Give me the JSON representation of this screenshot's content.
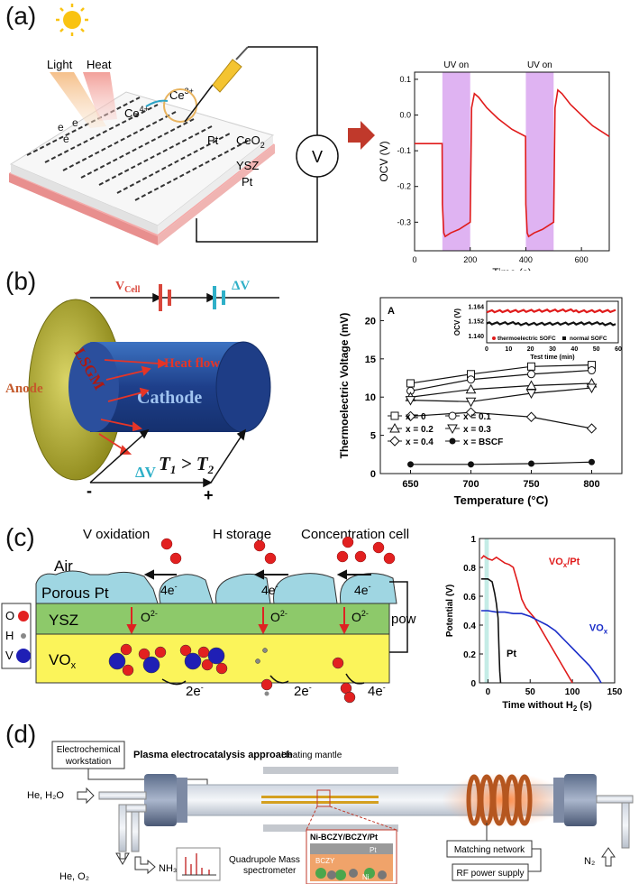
{
  "panels": {
    "a": {
      "label": "(a)",
      "schematic": {
        "light": "Light",
        "heat": "Heat",
        "e1": "e",
        "e2": "e",
        "e3": "e",
        "ce4": "Ce",
        "ce4_sup": "4+",
        "ce3": "Ce",
        "ce3_sup": "3+",
        "pt_top": "Pt",
        "ceo2": "CeO",
        "ceo2_sub": "2",
        "ysz": "YSZ",
        "pt_bottom": "Pt",
        "voltmeter": "V"
      },
      "chart_data": {
        "type": "line",
        "xlabel": "Time (s)",
        "ylabel": "OCV (V)",
        "xlim": [
          0,
          700
        ],
        "ylim": [
          -0.38,
          0.12
        ],
        "xticks": [
          0,
          200,
          400,
          600
        ],
        "yticks": [
          0.1,
          0.0,
          -0.1,
          -0.2,
          -0.3
        ],
        "ytick_labels": [
          "0.1",
          "0.0",
          "-0.1",
          "-0.2",
          "-0.3"
        ],
        "annotations": [
          "UV on",
          "UV on"
        ],
        "shaded_intervals": [
          [
            100,
            200
          ],
          [
            400,
            500
          ]
        ],
        "shade_color": "#d9a6f0",
        "line_color": "#e01b1b",
        "series": [
          {
            "x": [
              0,
              99,
              100,
              105,
              110,
              130,
              160,
              200,
              205,
              215,
              230,
              260,
              300,
              350,
              399,
              400,
              405,
              410,
              430,
              460,
              500,
              505,
              515,
              530,
              560,
              600,
              640,
              680,
              700
            ],
            "y": [
              -0.08,
              -0.08,
              -0.25,
              -0.33,
              -0.34,
              -0.33,
              -0.32,
              -0.3,
              0.02,
              0.06,
              0.05,
              0.02,
              -0.01,
              -0.04,
              -0.06,
              -0.25,
              -0.33,
              -0.34,
              -0.33,
              -0.32,
              -0.3,
              0.02,
              0.07,
              0.06,
              0.03,
              0.0,
              -0.03,
              -0.05,
              -0.06
            ]
          }
        ]
      }
    },
    "b": {
      "label": "(b)",
      "schematic": {
        "vcell": "V",
        "vcell_sub": "Cell",
        "delta_v_top": "ΔV",
        "lsgm": "LSGM",
        "heat_flow": "Heat flow",
        "anode": "Anode",
        "cathode": "Cathode",
        "t1": "T",
        "t1_sub": "1",
        "gt": " > ",
        "t2": "T",
        "t2_sub": "2",
        "delta_v_bottom": "ΔV",
        "minus": "-",
        "plus": "+"
      },
      "chart_data": {
        "type": "line",
        "xlabel": "Temperature (°C)",
        "ylabel": "Thermoelectric Voltage (mV)",
        "xlim": [
          625,
          825
        ],
        "ylim": [
          0,
          23
        ],
        "xticks": [
          650,
          700,
          750,
          800
        ],
        "yticks": [
          0,
          5,
          10,
          15,
          20
        ],
        "panel_tag": "A",
        "categories": [
          650,
          700,
          750,
          800
        ],
        "series": [
          {
            "name": "x = 0",
            "marker": "square",
            "values": [
              11.8,
              13.0,
              14.0,
              14.2
            ]
          },
          {
            "name": "x = 0.1",
            "marker": "circle",
            "values": [
              10.8,
              12.3,
              13.0,
              13.5
            ]
          },
          {
            "name": "x = 0.2",
            "marker": "triangle-up",
            "values": [
              10.0,
              11.0,
              11.5,
              11.8
            ]
          },
          {
            "name": "x = 0.3",
            "marker": "triangle-down",
            "values": [
              9.6,
              9.4,
              10.5,
              11.2
            ]
          },
          {
            "name": "x = 0.4",
            "marker": "diamond",
            "values": [
              7.5,
              8.0,
              7.4,
              5.9
            ]
          },
          {
            "name": "x = BSCF",
            "marker": "filled-circle",
            "values": [
              1.2,
              1.2,
              1.3,
              1.5
            ]
          }
        ],
        "inset": {
          "xlabel": "Test time (min)",
          "ylabel": "OCV (V)",
          "xlim": [
            0,
            60
          ],
          "ylim": [
            1.134,
            1.168
          ],
          "xticks": [
            0,
            10,
            20,
            30,
            40,
            50,
            60
          ],
          "yticks": [
            1.164,
            1.152,
            1.14
          ],
          "ytick_labels": [
            "1.164",
            "1.152",
            "1.140"
          ],
          "series": [
            {
              "name": "thermoelectric SOFC",
              "color": "#e01b1b",
              "level": 1.16
            },
            {
              "name": "normal SOFC",
              "color": "#111111",
              "level": 1.1495
            }
          ]
        }
      }
    },
    "c": {
      "label": "(c)",
      "schematic": {
        "v_oxidation": "V oxidation",
        "h_storage": "H storage",
        "concentration_cell": "Concentration cell",
        "air": "Air",
        "porous_pt": "Porous Pt",
        "e4_1": "4e",
        "e4_2": "4e",
        "e4_3": "4e",
        "e_sup": "-",
        "ysz": "YSZ",
        "o2_1": "O",
        "o2_2": "O",
        "o2_3": "O",
        "o_sup": "2-",
        "pow": "pow",
        "vox": "VO",
        "vox_sub": "x",
        "e2_1": "2e",
        "e2_2": "2e",
        "e4_bottom": "4e",
        "legend": [
          "O",
          "H",
          "V"
        ]
      },
      "chart_data": {
        "type": "line",
        "xlabel": "Time without H",
        "xlabel_sub": "2",
        "xlabel_unit": " (s)",
        "ylabel": "Potential (V)",
        "xlim": [
          -10,
          150
        ],
        "ylim": [
          0,
          1
        ],
        "xticks": [
          0,
          50,
          100,
          150
        ],
        "yticks": [
          0,
          0.2,
          0.4,
          0.6,
          0.8,
          1
        ],
        "ytick_labels": [
          "0",
          "0.2",
          "0.4",
          "0.6",
          "0.8",
          "1"
        ],
        "shaded_interval": [
          -4,
          0
        ],
        "labels": [
          "VO",
          "x",
          "/Pt",
          "VO",
          "x",
          "Pt"
        ],
        "series": [
          {
            "name": "VOx/Pt",
            "color": "#e01b1b",
            "x": [
              -8,
              -5,
              0,
              5,
              10,
              15,
              20,
              25,
              30,
              35,
              40,
              45,
              55,
              70,
              85,
              100
            ],
            "y": [
              0.86,
              0.88,
              0.86,
              0.85,
              0.87,
              0.85,
              0.83,
              0.82,
              0.8,
              0.7,
              0.58,
              0.52,
              0.45,
              0.3,
              0.15,
              0.0
            ]
          },
          {
            "name": "VOx",
            "color": "#1a2dc8",
            "x": [
              -8,
              0,
              10,
              20,
              30,
              40,
              50,
              60,
              70,
              80,
              90,
              100,
              110,
              120,
              130,
              134
            ],
            "y": [
              0.5,
              0.5,
              0.49,
              0.49,
              0.48,
              0.48,
              0.46,
              0.43,
              0.4,
              0.36,
              0.3,
              0.24,
              0.18,
              0.12,
              0.04,
              0.0
            ]
          },
          {
            "name": "Pt",
            "color": "#111111",
            "x": [
              -8,
              0,
              5,
              8,
              10,
              12,
              13,
              14,
              15
            ],
            "y": [
              0.72,
              0.72,
              0.7,
              0.62,
              0.55,
              0.45,
              0.25,
              0.08,
              0.0
            ]
          }
        ]
      }
    },
    "d": {
      "label": "(d)",
      "schematic": {
        "electrochem": [
          "Electrochemical",
          "workstation"
        ],
        "approach": "Plasma electrocatalysis approach",
        "heating_mantle": "Heating mantle",
        "inlet": "He, H₂O",
        "outlet": "He, O₂",
        "nh3": "NH₃",
        "qms": [
          "Quadrupole Mass",
          "spectrometer"
        ],
        "detail_title": "Ni-BCZY/BCZY/Pt",
        "pt": "Pt",
        "bczy": "BCZY",
        "ni": "Ni",
        "matching": "Matching network",
        "rf": "RF power supply",
        "n2": "N₂"
      }
    }
  }
}
